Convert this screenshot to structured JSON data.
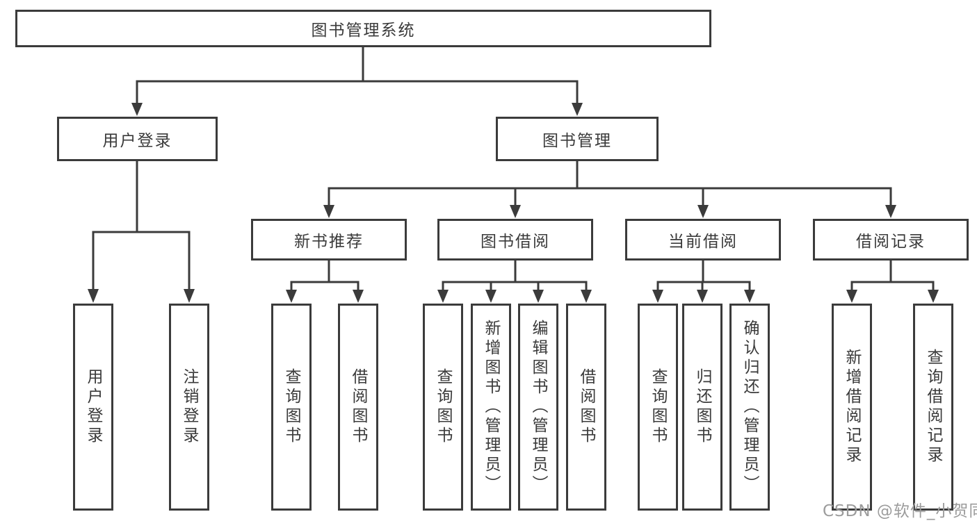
{
  "tree": {
    "label": "图书管理系统",
    "children": [
      {
        "label": "用户登录",
        "children": [
          {
            "label": "用户登录"
          },
          {
            "label": "注销登录"
          }
        ]
      },
      {
        "label": "图书管理",
        "children": [
          {
            "label": "新书推荐",
            "children": [
              {
                "label": "查询图书"
              },
              {
                "label": "借阅图书"
              }
            ]
          },
          {
            "label": "图书借阅",
            "children": [
              {
                "label": "查询图书"
              },
              {
                "label": "新增图书（管理员）"
              },
              {
                "label": "编辑图书（管理员）"
              },
              {
                "label": "借阅图书"
              }
            ]
          },
          {
            "label": "当前借阅",
            "children": [
              {
                "label": "查询图书"
              },
              {
                "label": "归还图书"
              },
              {
                "label": "确认归还（管理员）"
              }
            ]
          },
          {
            "label": "借阅记录",
            "children": [
              {
                "label": "新增借阅记录"
              },
              {
                "label": "查询借阅记录"
              }
            ]
          }
        ]
      }
    ]
  },
  "watermark": "CSDN @软件_小贺同学",
  "colors": {
    "line": "#3b3b3b",
    "text": "#3a3a3a",
    "watermark": "#9c9c9c",
    "background": "#ffffff"
  }
}
